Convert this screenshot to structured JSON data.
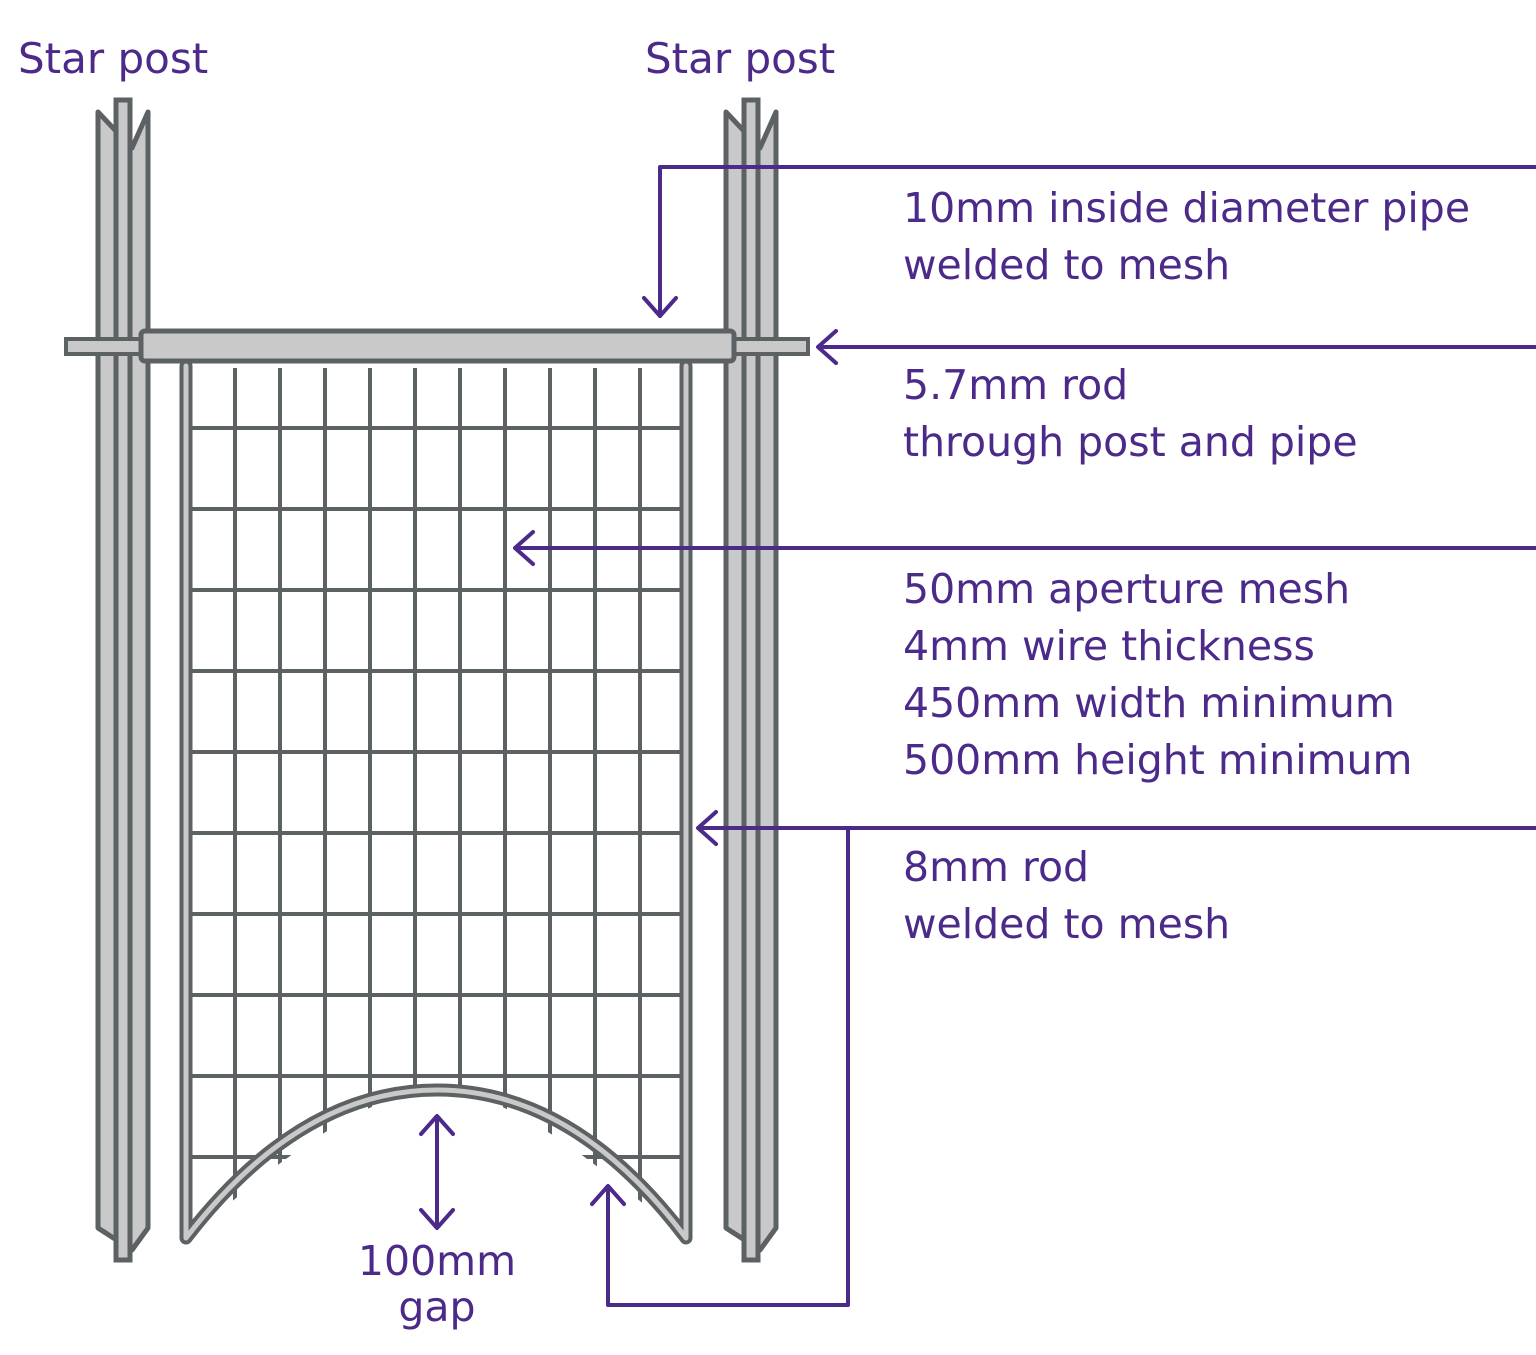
{
  "colors": {
    "annotation": "#4b2a8a",
    "outline": "#5c6163",
    "fill": "#c9c9c9",
    "background": "#ffffff"
  },
  "labels": {
    "left_post": "Star post",
    "right_post": "Star post",
    "pipe": [
      "10mm inside diameter pipe",
      "welded to mesh"
    ],
    "rod_through": [
      "5.7mm rod",
      "through post and pipe"
    ],
    "mesh": [
      "50mm aperture mesh",
      "4mm wire thickness",
      "450mm width minimum",
      "500mm height minimum"
    ],
    "rod_frame": [
      "8mm rod",
      "welded to mesh"
    ],
    "gap": [
      "100mm",
      "gap"
    ]
  }
}
